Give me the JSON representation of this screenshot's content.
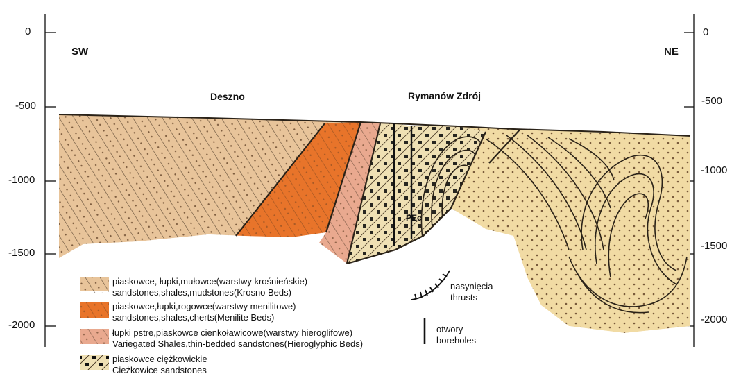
{
  "axis": {
    "left_ticks": [
      "0",
      "-500",
      "-1000",
      "-1500",
      "-2000"
    ],
    "right_ticks": [
      "0",
      "-500",
      "-1000",
      "-1500",
      "-2000"
    ]
  },
  "directions": {
    "left": "SW",
    "right": "NE"
  },
  "places": {
    "a": "Deszno",
    "b": "Rymanów Zdrój"
  },
  "symbols": {
    "eocene": "PEc"
  },
  "legend": {
    "units": [
      {
        "line1": "piaskowce, łupki,mułowce(warstwy krośnieńskie)",
        "line2": "sandstones,shales,mudstones(Krosno Beds)"
      },
      {
        "line1": "piaskowce,łupki,rogowce(warstwy menilitowe)",
        "line2": "sandstones,shales,cherts(Menilite Beds)"
      },
      {
        "line1": "łupki pstre,piaskowce cienkoławicowe(warstwy hieroglifowe)",
        "line2": "Variegated Shales,thin-bedded sandstones(Hieroglyphic Beds)"
      },
      {
        "line1": "piaskowce ciężkowickie",
        "line2": "Cieżkowice sandstones"
      }
    ],
    "thrusts": {
      "line1": "nasynięcia",
      "line2": "thrusts"
    },
    "boreholes": {
      "line1": "otwory",
      "line2": "boreholes"
    }
  },
  "colors": {
    "krosno": "#e8c49a",
    "menilite": "#e8742a",
    "hieroglyphic": "#e9a98f",
    "ciezkowice": "#efe0b4",
    "ne_sandstone": "#f1dba4",
    "line": "#2a2218"
  }
}
